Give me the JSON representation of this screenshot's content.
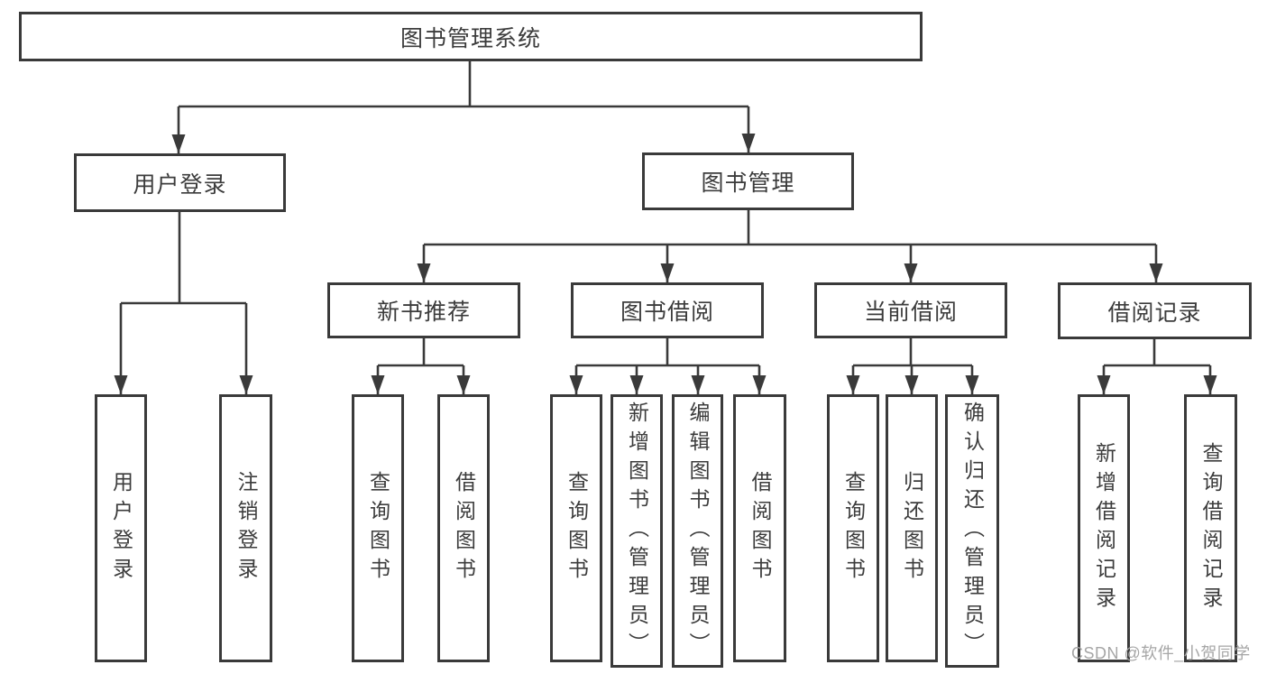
{
  "tree": {
    "label": "图书管理系统",
    "children": [
      {
        "label": "用户登录",
        "children": [
          {
            "label": "用户登录"
          },
          {
            "label": "注销登录"
          }
        ]
      },
      {
        "label": "图书管理",
        "children": [
          {
            "label": "新书推荐",
            "children": [
              {
                "label": "查询图书"
              },
              {
                "label": "借阅图书"
              }
            ]
          },
          {
            "label": "图书借阅",
            "children": [
              {
                "label": "查询图书"
              },
              {
                "label": "新增图书（管理员）"
              },
              {
                "label": "编辑图书（管理员）"
              },
              {
                "label": "借阅图书"
              }
            ]
          },
          {
            "label": "当前借阅",
            "children": [
              {
                "label": "查询图书"
              },
              {
                "label": "归还图书"
              },
              {
                "label": "确认归还（管理员）"
              }
            ]
          },
          {
            "label": "借阅记录",
            "children": [
              {
                "label": "新增借阅记录"
              },
              {
                "label": "查询借阅记录"
              }
            ]
          }
        ]
      }
    ]
  },
  "watermark": {
    "text": "CSDN @软件_小贺同学"
  },
  "colors": {
    "line": "#3a3a3a",
    "border": "#3a3a3a",
    "text": "#3c3c3c",
    "watermark": "#a6a6a6",
    "background": "#ffffff"
  }
}
